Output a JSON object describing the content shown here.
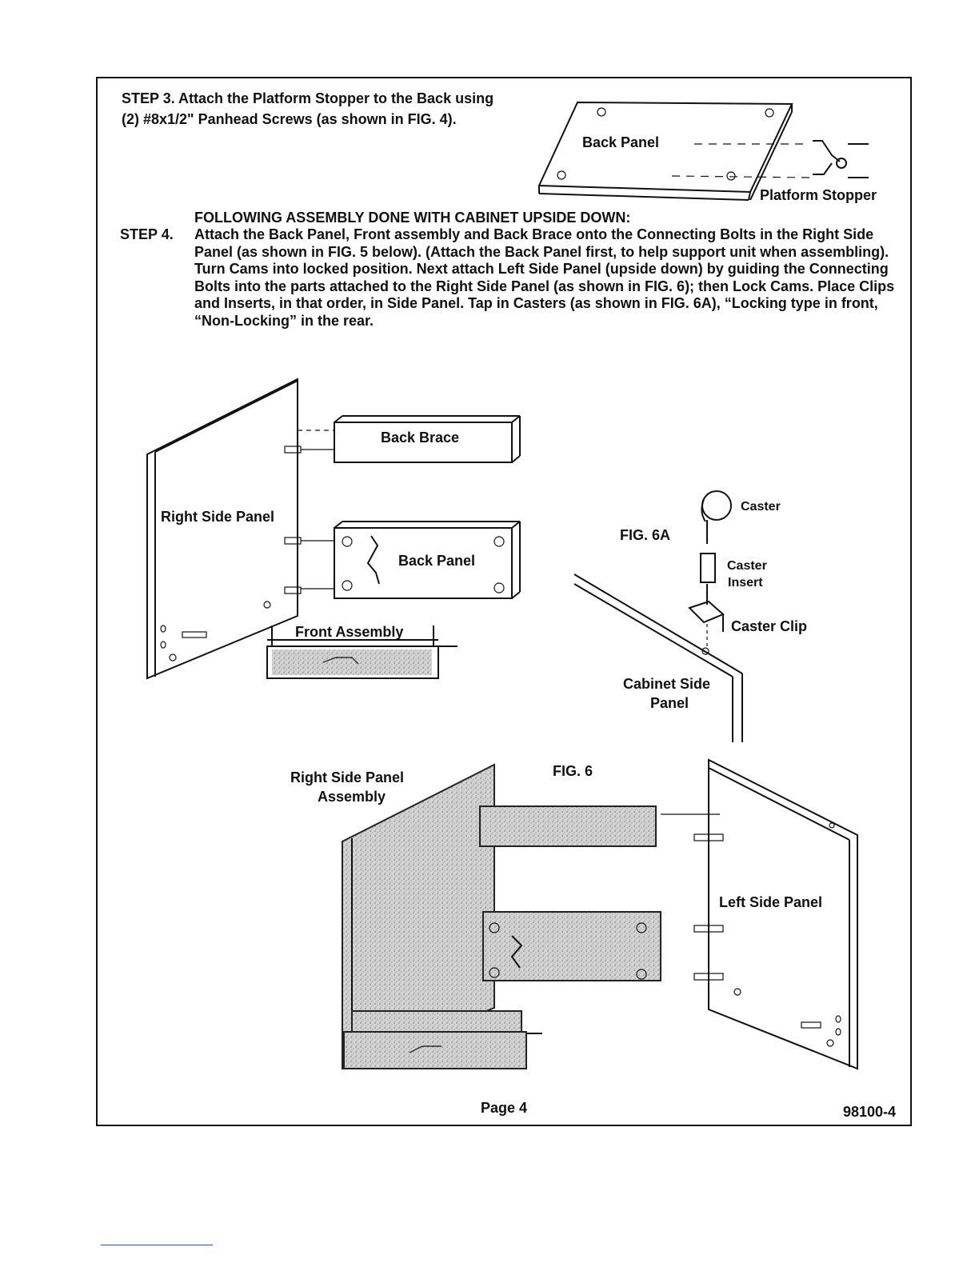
{
  "step3": {
    "line1": "STEP 3.  Attach the Platform Stopper to the Back using",
    "line2": "(2) #8x1/2\" Panhead Screws (as shown in FIG. 4)."
  },
  "fig4": {
    "back_panel_label": "Back Panel",
    "platform_stopper_label": "Platform Stopper"
  },
  "step4": {
    "heading": "FOLLOWING ASSEMBLY DONE WITH CABINET UPSIDE DOWN:",
    "label": "STEP 4.",
    "text": "Attach the Back Panel, Front assembly and Back Brace onto the Connecting Bolts in the Right Side Panel (as shown in FIG. 5 below). (Attach the Back Panel first, to help support unit when assembling). Turn Cams into locked position. Next attach Left Side Panel (upside down) by guiding the Connecting Bolts into the parts attached to the Right Side Panel (as shown in FIG. 6); then Lock Cams. Place Clips and Inserts, in that order, in Side Panel. Tap in Casters (as shown in FIG. 6A), “Locking type in front, “Non-Locking” in the rear."
  },
  "fig5": {
    "right_side_panel": "Right Side Panel",
    "back_brace": "Back Brace",
    "back_panel": "Back Panel",
    "front_assembly": "Front Assembly"
  },
  "fig6a": {
    "title": "FIG. 6A",
    "caster": "Caster",
    "caster_insert_1": "Caster",
    "caster_insert_2": "Insert",
    "caster_clip": "Caster Clip",
    "cabinet_side_1": "Cabinet Side",
    "cabinet_side_2": "Panel"
  },
  "fig6": {
    "title": "FIG. 6",
    "right_side_assembly_1": "Right Side Panel",
    "right_side_assembly_2": "Assembly",
    "left_side_panel": "Left Side Panel"
  },
  "footer": {
    "page": "Page 4",
    "doc_number": "98100-4"
  }
}
